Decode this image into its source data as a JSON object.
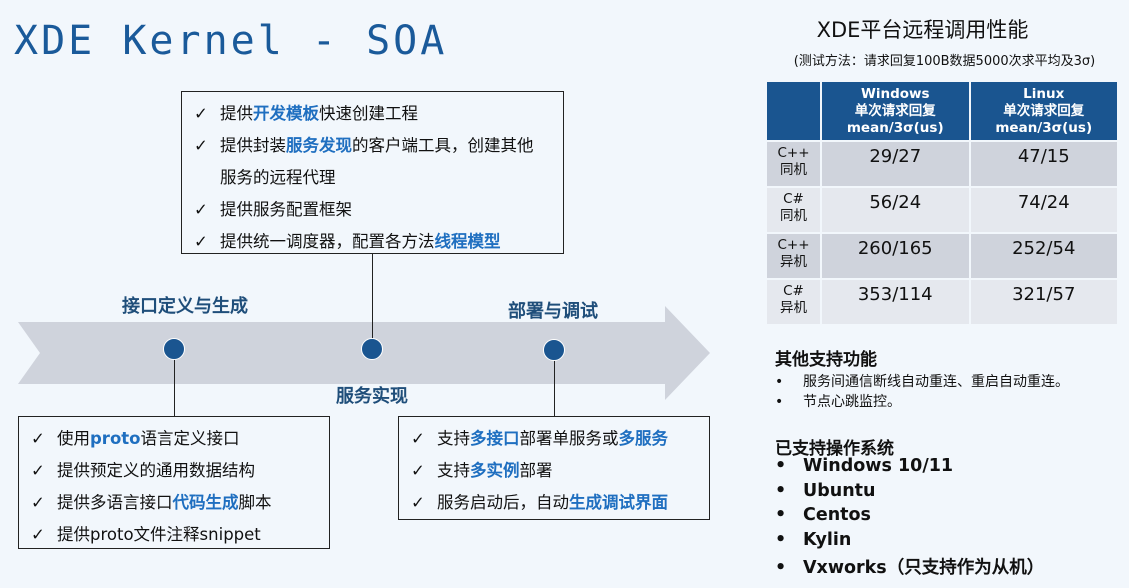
{
  "title": "XDE Kernel - SOA",
  "stages": [
    "接口定义与生成",
    "服务实现",
    "部署与调试"
  ],
  "check": "✓",
  "boxes": {
    "top": [
      {
        "parts": [
          {
            "t": "提供"
          },
          {
            "t": "开发模板",
            "hl": true
          },
          {
            "t": "快速创建工程"
          }
        ]
      },
      {
        "parts": [
          {
            "t": "提供封装"
          },
          {
            "t": "服务发现",
            "hl": true
          },
          {
            "t": "的客户端工具，创建其他"
          }
        ],
        "cont": "服务的远程代理"
      },
      {
        "parts": [
          {
            "t": "提供服务配置框架"
          }
        ]
      },
      {
        "parts": [
          {
            "t": "提供统一调度器，配置各方法"
          },
          {
            "t": "线程模型",
            "hl": true
          }
        ]
      }
    ],
    "left": [
      {
        "parts": [
          {
            "t": "使用"
          },
          {
            "t": "proto",
            "hl": true
          },
          {
            "t": "语言定义接口"
          }
        ]
      },
      {
        "parts": [
          {
            "t": "提供预定义的通用数据结构"
          }
        ]
      },
      {
        "parts": [
          {
            "t": "提供多语言接口"
          },
          {
            "t": "代码生成",
            "hl": true
          },
          {
            "t": "脚本"
          }
        ]
      },
      {
        "parts": [
          {
            "t": "提供proto文件注释snippet"
          }
        ]
      }
    ],
    "right": [
      {
        "parts": [
          {
            "t": "支持"
          },
          {
            "t": "多接口",
            "hl": true
          },
          {
            "t": "部署单服务或"
          },
          {
            "t": "多服务",
            "hl": true
          }
        ]
      },
      {
        "parts": [
          {
            "t": "支持"
          },
          {
            "t": "多实例",
            "hl": true
          },
          {
            "t": "部署"
          }
        ]
      },
      {
        "parts": [
          {
            "t": "服务启动后，自动"
          },
          {
            "t": "生成调试界面",
            "hl": true
          }
        ]
      }
    ]
  },
  "perf": {
    "title": "XDE平台远程调用性能",
    "subtitle": "(测试方法：请求回复100B数据5000次求平均及3σ)",
    "headers": [
      [
        "Windows",
        "单次请求回复",
        "mean/3σ(us)"
      ],
      [
        "Linux",
        "单次请求回复",
        "mean/3σ(us)"
      ]
    ],
    "rows": [
      {
        "lang": "C++",
        "mode": "同机",
        "win": "29/27",
        "linux": "47/15"
      },
      {
        "lang": "C#",
        "mode": "同机",
        "win": "56/24",
        "linux": "74/24"
      },
      {
        "lang": "C++",
        "mode": "异机",
        "win": "260/165",
        "linux": "252/54"
      },
      {
        "lang": "C#",
        "mode": "异机",
        "win": "353/114",
        "linux": "321/57"
      }
    ]
  },
  "other": {
    "title": "其他支持功能",
    "bullet": "•",
    "items": [
      "服务间通信断线自动重连、重启自动重连。",
      "节点心跳监控。"
    ]
  },
  "os": {
    "title": "已支持操作系统",
    "items": [
      "Windows 10/11",
      "Ubuntu",
      "Centos",
      "Kylin",
      "Vxworks（只支持作为从机）"
    ]
  },
  "colors": {
    "navy": "#1a5590",
    "highlight": "#1f6fc0",
    "arrow": "#cfd3dc",
    "bg": "#f2f7fc"
  }
}
